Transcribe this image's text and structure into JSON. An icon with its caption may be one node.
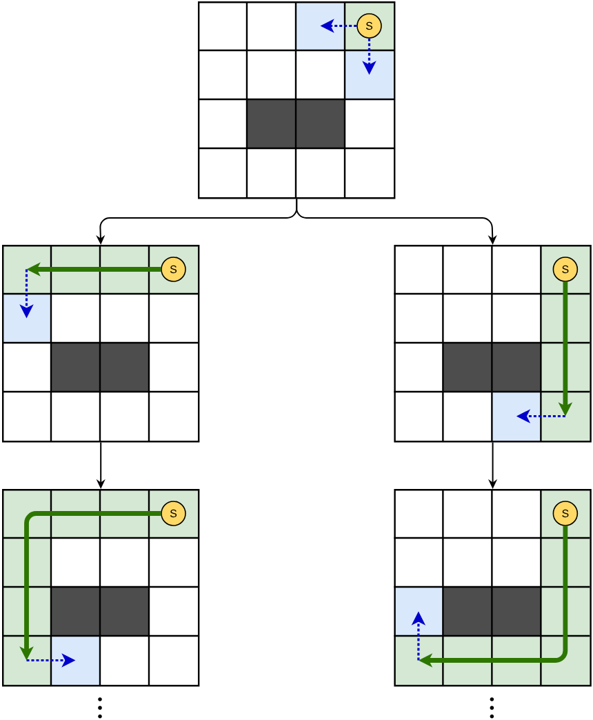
{
  "diagram": {
    "nodes": [
      {
        "text": [],
        "shape": "grid"
      },
      {
        "text": [
          "S"
        ],
        "in": 0
      },
      {
        "text": [],
        "shape": "grid"
      },
      {
        "text": [
          "S"
        ],
        "in": 2
      },
      {
        "text": [],
        "shape": "grid"
      },
      {
        "text": [
          "S"
        ],
        "in": 4
      },
      {
        "text": [],
        "shape": "grid"
      },
      {
        "text": [
          "S"
        ],
        "in": 6
      },
      {
        "text": [],
        "shape": "grid"
      },
      {
        "text": [
          "S"
        ],
        "in": 8
      }
    ],
    "edges": [
      {
        "from": 0,
        "to": 2,
        "arrow": "to"
      },
      {
        "from": 0,
        "to": 4,
        "arrow": "to"
      },
      {
        "from": 2,
        "to": 6,
        "arrow": "to"
      },
      {
        "from": 4,
        "to": 8,
        "arrow": "to"
      },
      {
        "from": 1,
        "to": null,
        "arrow": "to",
        "style": "dashed",
        "color": "#0000cc"
      },
      {
        "from": 1,
        "to": null,
        "arrow": "to",
        "style": "dashed",
        "color": "#0000cc"
      },
      {
        "from": 3,
        "to": null,
        "arrow": "to",
        "style": "thick",
        "color": "#2d7600"
      },
      {
        "from": 5,
        "to": null,
        "arrow": "to",
        "style": "thick",
        "color": "#2d7600"
      },
      {
        "from": 7,
        "to": null,
        "arrow": "to",
        "style": "thick",
        "color": "#2d7600"
      },
      {
        "from": 9,
        "to": null,
        "arrow": "to",
        "style": "thick",
        "color": "#2d7600"
      }
    ]
  }
}
